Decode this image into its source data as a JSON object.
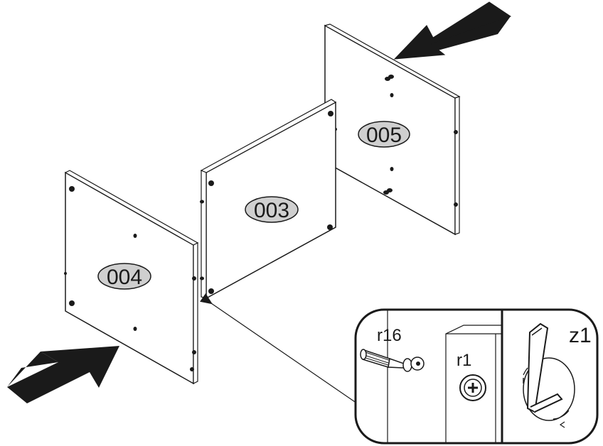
{
  "panels": [
    {
      "id": "005",
      "label": "005"
    },
    {
      "id": "003",
      "label": "003"
    },
    {
      "id": "004",
      "label": "004"
    }
  ],
  "detail": {
    "parts": {
      "screw": "r16",
      "cam": "r1",
      "key": "z1"
    }
  },
  "colors": {
    "stroke": "#1a1a1a",
    "label_fill": "#cfcfcf",
    "arrow_fill": "#1a1a1a",
    "background": "#ffffff"
  }
}
